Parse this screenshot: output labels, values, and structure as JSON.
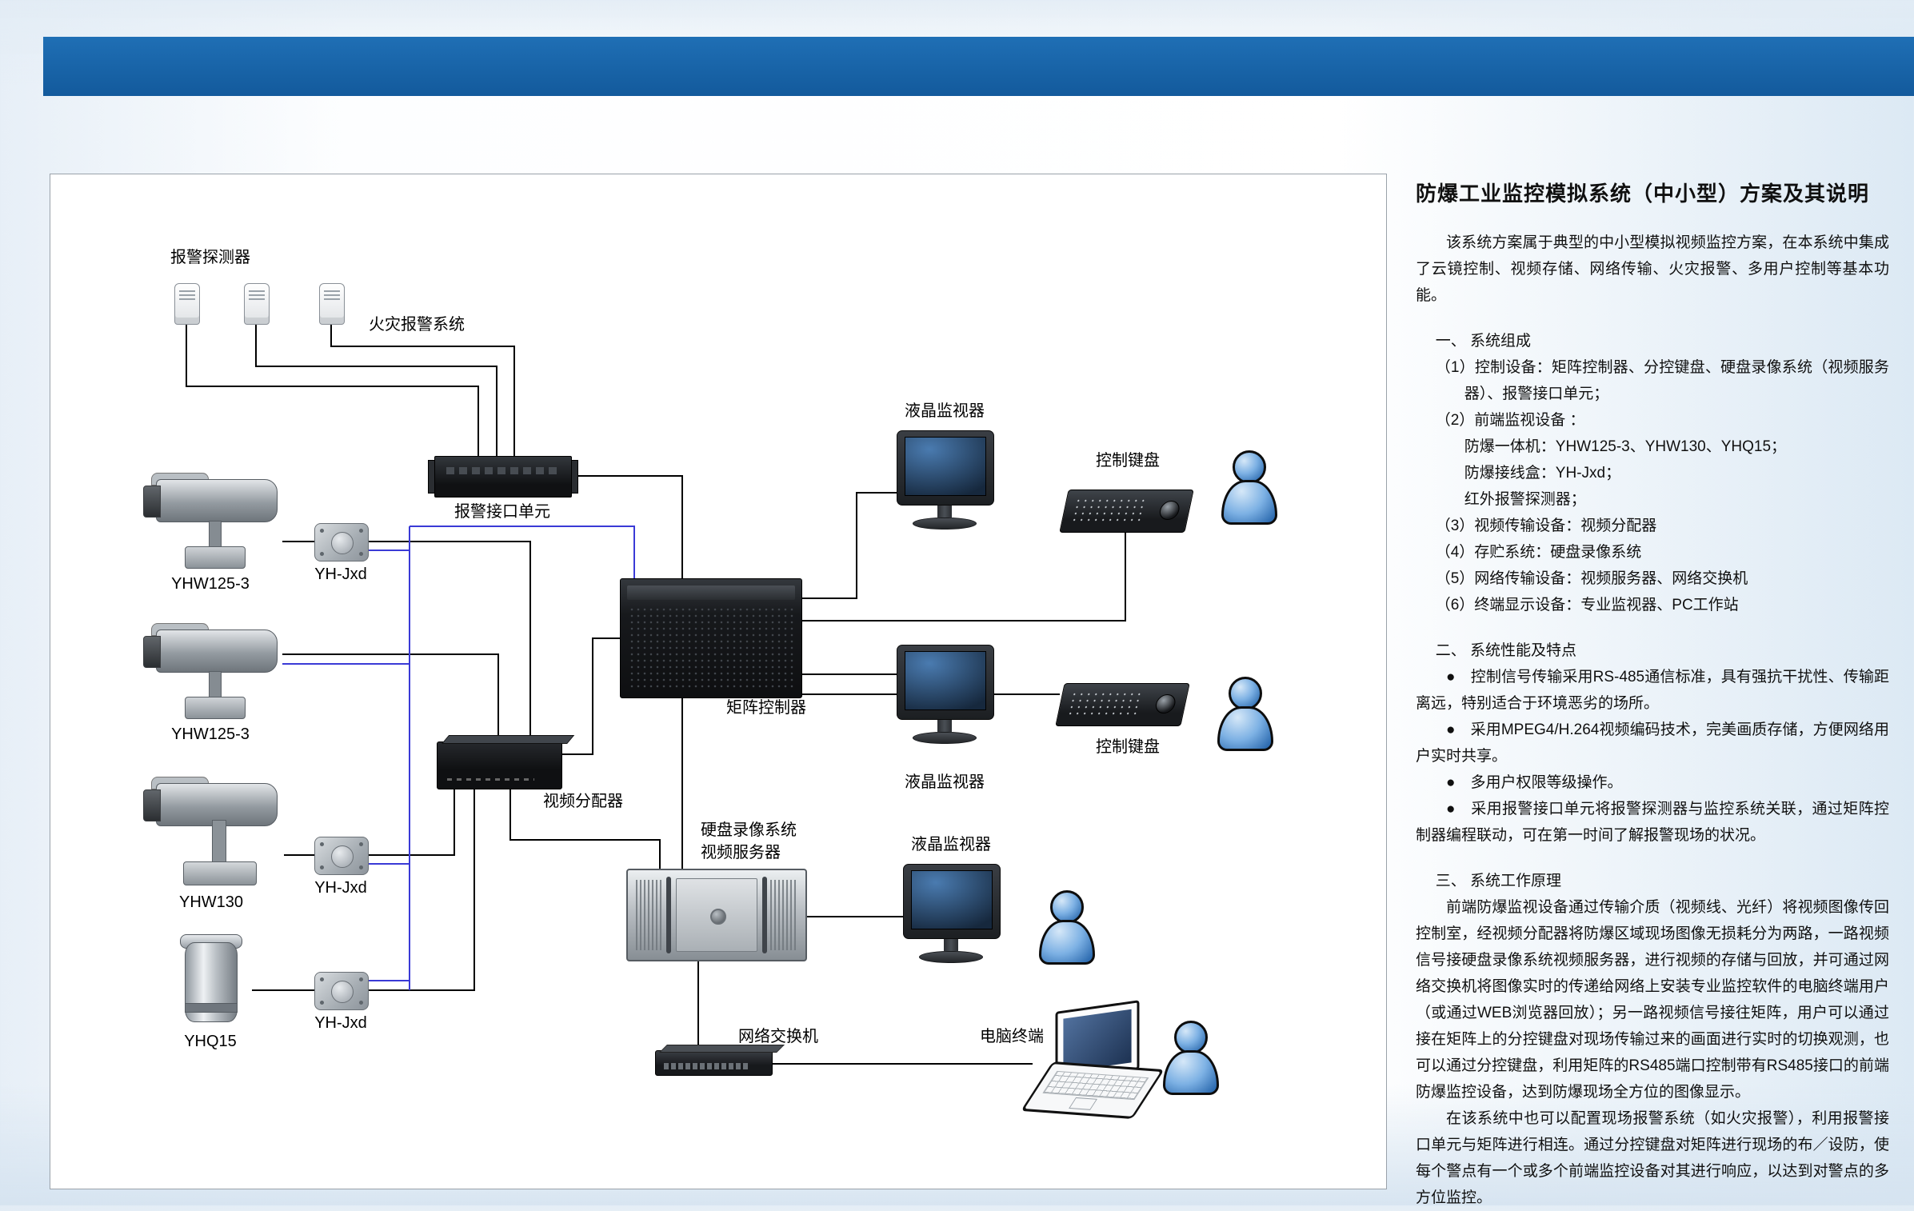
{
  "colors": {
    "header_bar": "#1b63a8",
    "video_wire": "#000000",
    "rs485_wire": "#3a3ad6",
    "person_blue": "#7db1e4"
  },
  "diagram": {
    "alarm_detector_label": "报警探测器",
    "fire_alarm_label": "火灾报警系统",
    "alarm_unit_label": "报警接口单元",
    "cam1_label": "YHW125-3",
    "cam2_label": "YHW125-3",
    "cam3_label": "YHW130",
    "cam4_label": "YHQ15",
    "jb1_label": "YH-Jxd",
    "jb2_label": "YH-Jxd",
    "jb3_label": "YH-Jxd",
    "matrix_label": "矩阵控制器",
    "distributor_label": "视频分配器",
    "mon1_label": "液晶监视器",
    "mon2_label": "液晶监视器",
    "mon3_label": "液晶监视器",
    "kb1_label": "控制键盘",
    "kb2_label": "控制键盘",
    "dvr_label_1": "硬盘录像系统",
    "dvr_label_2": "视频服务器",
    "switch_label": "网络交换机",
    "pc_label": "电脑终端"
  },
  "article": {
    "title": "防爆工业监控模拟系统（中小型）方案及其说明",
    "intro": "该系统方案属于典型的中小型模拟视频监控方案，在本系统中集成了云镜控制、视频存储、网络传输、火灾报警、多用户控制等基本功能。",
    "s1": {
      "head": "一、 系统组成",
      "i1": "（1）控制设备：矩阵控制器、分控键盘、硬盘录像系统（视频服务器）、报警接口单元；",
      "i2": "（2）前端监视设备 ：",
      "sub1": "防爆一体机：YHW125-3、YHW130、YHQ15；",
      "sub2": "防爆接线盒：YH-Jxd；",
      "sub3": "红外报警探测器；",
      "i3": "（3）视频传输设备：视频分配器",
      "i4": "（4）存贮系统：硬盘录像系统",
      "i5": "（5）网络传输设备：视频服务器、网络交换机",
      "i6": "（6）终端显示设备：专业监视器、PC工作站"
    },
    "s2": {
      "head": "二、 系统性能及特点",
      "b1": "●　控制信号传输采用RS-485通信标准，具有强抗干扰性、传输距离远，特别适合于环境恶劣的场所。",
      "b2": "●　采用MPEG4/H.264视频编码技术，完美画质存储，方便网络用户实时共享。",
      "b3": "●　多用户权限等级操作。",
      "b4": "●　采用报警接口单元将报警探测器与监控系统关联，通过矩阵控制器编程联动，可在第一时间了解报警现场的状况。"
    },
    "s3": {
      "head": "三、 系统工作原理",
      "p1": "前端防爆监视设备通过传输介质（视频线、光纤）将视频图像传回控制室，经视频分配器将防爆区域现场图像无损耗分为两路，一路视频信号接硬盘录像系统视频服务器，进行视频的存储与回放，并可通过网络交换机将图像实时的传递给网络上安装专业监控软件的电脑终端用户（或通过WEB浏览器回放）；另一路视频信号接往矩阵，用户可以通过接在矩阵上的分控键盘对现场传输过来的画面进行实时的切换观测，也可以通过分控键盘，利用矩阵的RS485端口控制带有RS485接口的前端防爆监控设备，达到防爆现场全方位的图像显示。",
      "p2": "在该系统中也可以配置现场报警系统（如火灾报警），利用报警接口单元与矩阵进行相连。通过分控键盘对矩阵进行现场的布／设防，使每个警点有一个或多个前端监控设备对其进行响应，以达到对警点的多方位监控。"
    }
  }
}
